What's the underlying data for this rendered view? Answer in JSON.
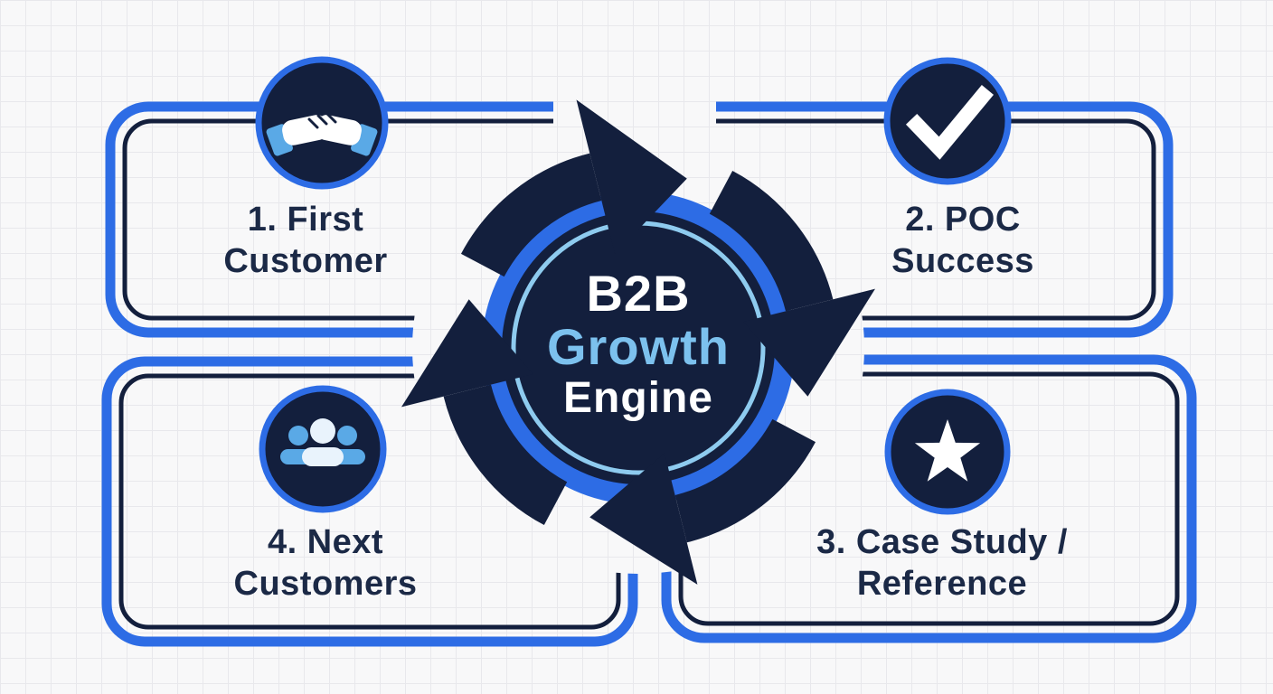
{
  "diagram": {
    "title": "B2B Growth Engine",
    "center": {
      "line1": "B2B",
      "line2": "Growth",
      "line3": "Engine"
    },
    "steps": [
      {
        "label": "1. First\nCustomer",
        "icon": "handshake-icon"
      },
      {
        "label": "2. POC\nSuccess",
        "icon": "checkmark-icon"
      },
      {
        "label": "3. Case Study /\nReference",
        "icon": "star-icon"
      },
      {
        "label": "4. Next\nCustomers",
        "icon": "people-icon"
      }
    ],
    "colors": {
      "navy": "#131f3d",
      "blue": "#2d6ce5",
      "light_blue": "#7cc1ee",
      "sky": "#5aa9e6",
      "white": "#ffffff",
      "background": "#f8f8f9",
      "grid": "#e8e8ec",
      "label_text": "#1b2946"
    }
  }
}
